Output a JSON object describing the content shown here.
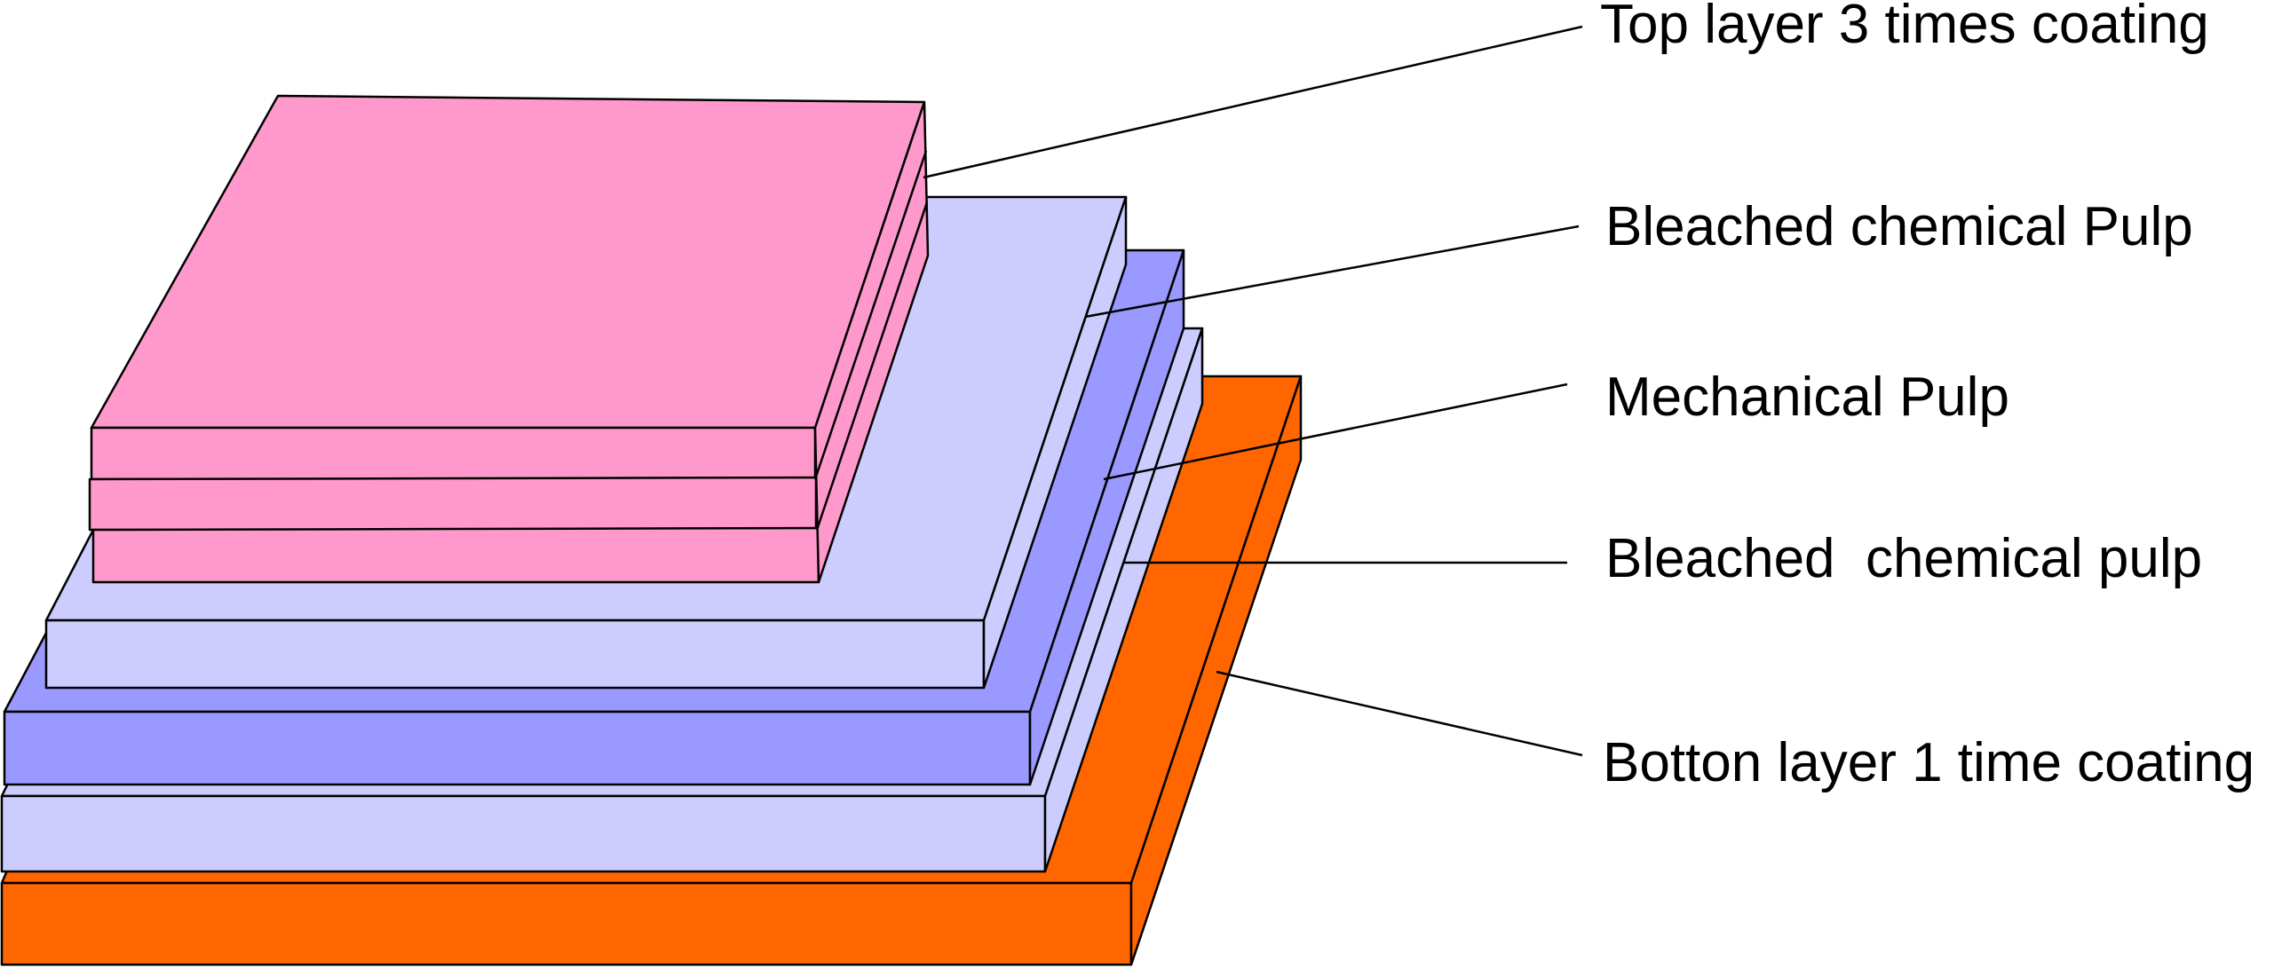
{
  "diagram": {
    "colors": {
      "coating_top": "#FF99CC",
      "bleached_pulp": "#CCCCFF",
      "mechanical_pulp": "#9999FF",
      "coating_bottom": "#FF6600",
      "outline": "#000000"
    },
    "labels": [
      {
        "id": "top-coating",
        "text": "Top layer 3 times coating"
      },
      {
        "id": "bleached-upper",
        "text": "Bleached chemical Pulp"
      },
      {
        "id": "mechanical",
        "text": "Mechanical Pulp"
      },
      {
        "id": "bleached-lower",
        "text": "Bleached  chemical pulp"
      },
      {
        "id": "bottom-coating",
        "text": "Botton layer 1 time coating"
      }
    ]
  }
}
